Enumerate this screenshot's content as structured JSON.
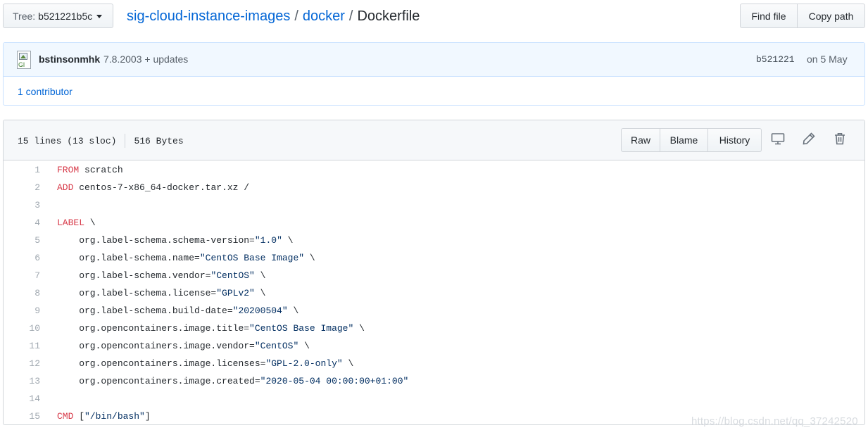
{
  "top_bar": {
    "tree_prefix": "Tree:",
    "tree_ref": "b521221b5c",
    "breadcrumb": {
      "repo": "sig-cloud-instance-images",
      "separator": "/",
      "folder": "docker",
      "file": "Dockerfile"
    },
    "find_file_label": "Find file",
    "copy_path_label": "Copy path"
  },
  "commit": {
    "avatar_alt": "Gl",
    "author": "bstinsonmhk",
    "message": "7.8.2003 + updates",
    "sha": "b521221",
    "date": "on 5 May",
    "contributors": "1 contributor"
  },
  "file": {
    "lines_info": "15 lines (13 sloc)",
    "size": "516 Bytes",
    "raw_label": "Raw",
    "blame_label": "Blame",
    "history_label": "History",
    "icons": [
      "desktop-icon",
      "pencil-icon",
      "trash-icon"
    ],
    "code_lines": [
      {
        "n": "1",
        "kw": "FROM",
        "rest": " scratch"
      },
      {
        "n": "2",
        "kw": "ADD",
        "rest": " centos-7-x86_64-docker.tar.xz /"
      },
      {
        "n": "3",
        "kw": "",
        "rest": ""
      },
      {
        "n": "4",
        "kw": "LABEL",
        "rest": " \\"
      },
      {
        "n": "5",
        "kw": "",
        "rest": "    org.label-schema.schema-version=",
        "str": "\"1.0\"",
        "tail": " \\"
      },
      {
        "n": "6",
        "kw": "",
        "rest": "    org.label-schema.name=",
        "str": "\"CentOS Base Image\"",
        "tail": " \\"
      },
      {
        "n": "7",
        "kw": "",
        "rest": "    org.label-schema.vendor=",
        "str": "\"CentOS\"",
        "tail": " \\"
      },
      {
        "n": "8",
        "kw": "",
        "rest": "    org.label-schema.license=",
        "str": "\"GPLv2\"",
        "tail": " \\"
      },
      {
        "n": "9",
        "kw": "",
        "rest": "    org.label-schema.build-date=",
        "str": "\"20200504\"",
        "tail": " \\"
      },
      {
        "n": "10",
        "kw": "",
        "rest": "    org.opencontainers.image.title=",
        "str": "\"CentOS Base Image\"",
        "tail": " \\"
      },
      {
        "n": "11",
        "kw": "",
        "rest": "    org.opencontainers.image.vendor=",
        "str": "\"CentOS\"",
        "tail": " \\"
      },
      {
        "n": "12",
        "kw": "",
        "rest": "    org.opencontainers.image.licenses=",
        "str": "\"GPL-2.0-only\"",
        "tail": " \\"
      },
      {
        "n": "13",
        "kw": "",
        "rest": "    org.opencontainers.image.created=",
        "str": "\"2020-05-04 00:00:00+01:00\"",
        "tail": ""
      },
      {
        "n": "14",
        "kw": "",
        "rest": ""
      },
      {
        "n": "15",
        "kw": "CMD",
        "rest": " [",
        "str": "\"/bin/bash\"",
        "tail": "]"
      }
    ]
  },
  "watermark": "https://blog.csdn.net/qq_37242520",
  "colors": {
    "link": "#0366d6",
    "keyword": "#d73a49",
    "string": "#032f62",
    "commit_bg": "#f1f8ff",
    "header_bg": "#f6f8fa"
  }
}
